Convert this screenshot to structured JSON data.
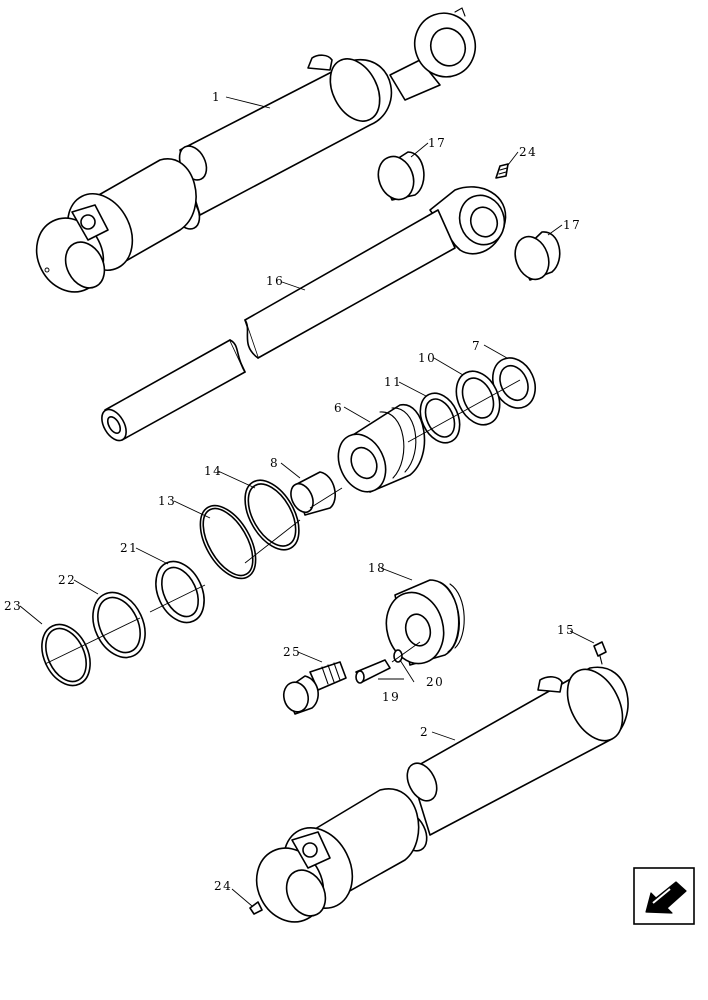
{
  "diagram": {
    "callouts": [
      "1",
      "2",
      "6",
      "7",
      "8",
      "10",
      "11",
      "13",
      "14",
      "15",
      "16",
      "17",
      "17",
      "18",
      "19",
      "20",
      "21",
      "22",
      "23",
      "24",
      "24",
      "25"
    ]
  },
  "nav": {
    "icon": "arrow-left-down-icon"
  }
}
